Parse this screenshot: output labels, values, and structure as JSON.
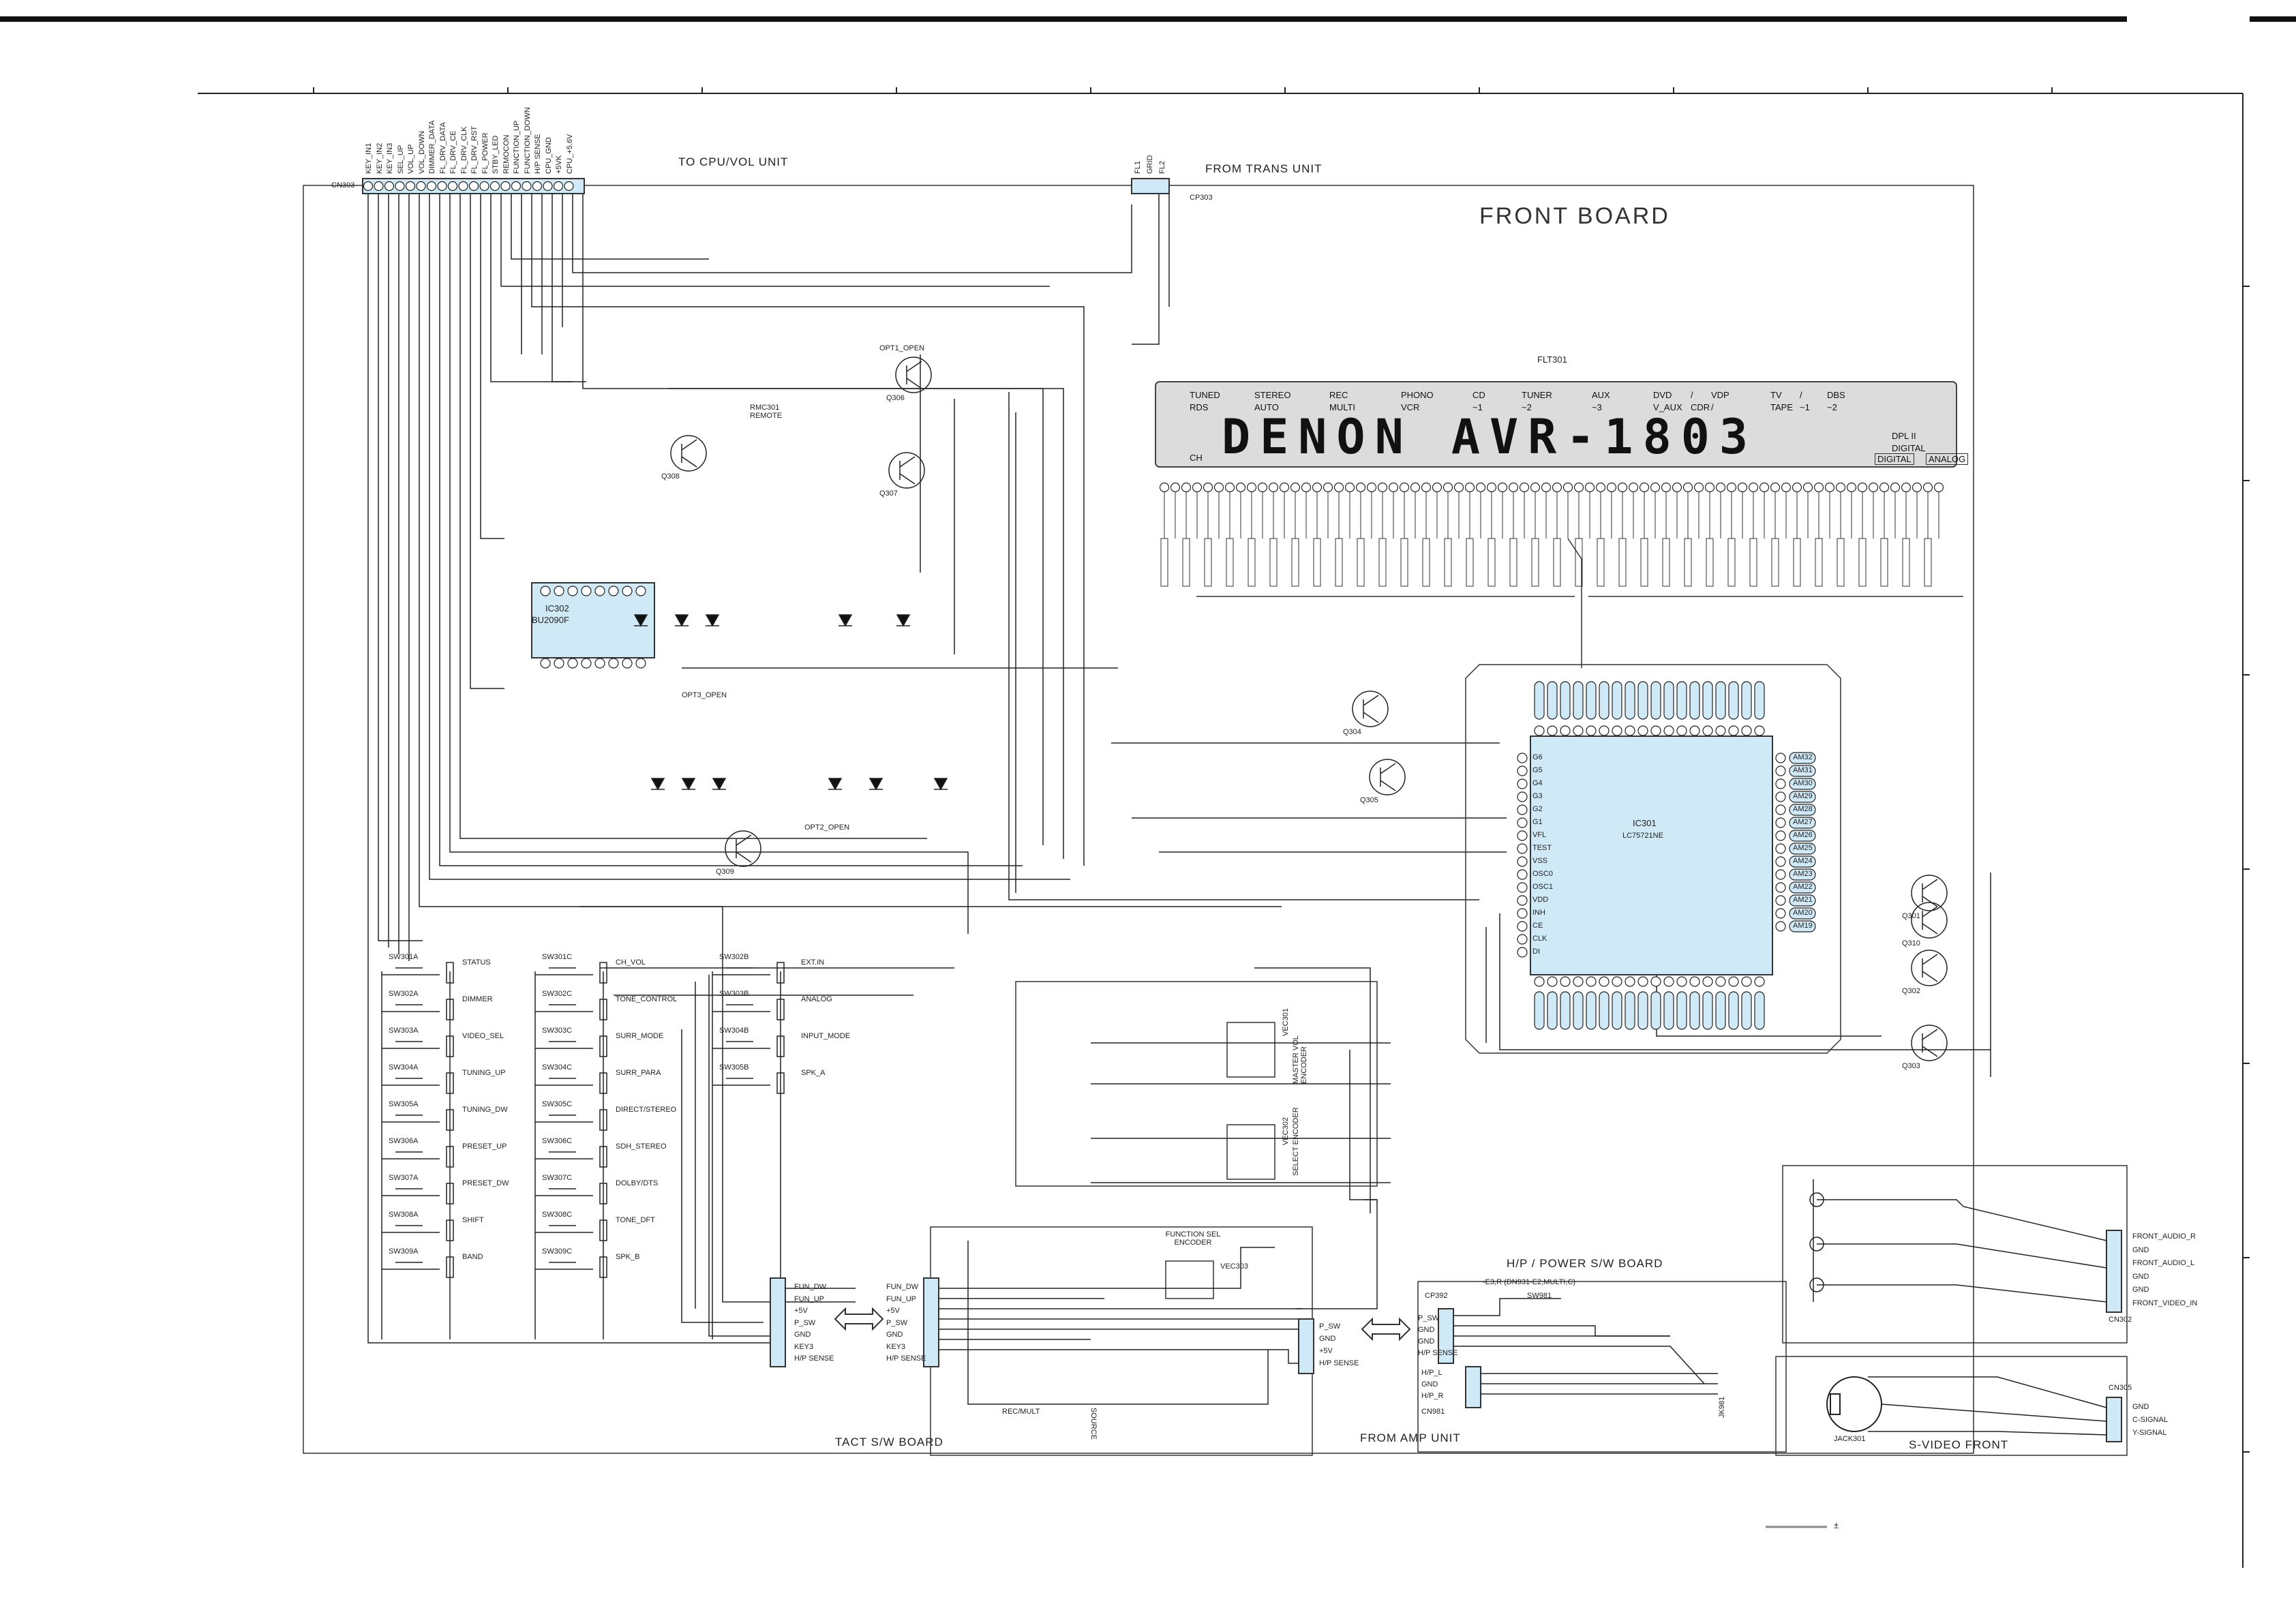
{
  "title": "FRONT BOARD",
  "header_labels": {
    "to_cpu": "TO CPU/VOL UNIT",
    "from_trans": "FROM TRANS UNIT",
    "cn303": "CN303",
    "cp303": "CP303",
    "flt301": "FLT301"
  },
  "connector_top_pins": [
    "KEY_IN1",
    "KEY_IN2",
    "KEY_IN3",
    "SEL_UP",
    "VOL_UP",
    "VOL_DOWN",
    "DIMMER_DATA",
    "FL_DRV_DATA",
    "FL_DRV_CE",
    "FL_DRV_CLK",
    "FL_DRV_RST",
    "FL_POWER",
    "STBY_LED",
    "REMOCON",
    "FUNCTION_UP",
    "FUNCTION_DOWN",
    "H/P SENSE",
    "CPU_GND",
    "+5VK",
    "CPU_+5.6V"
  ],
  "trans_pins": [
    "FL1",
    "GRID",
    "FL2"
  ],
  "vfd": {
    "labels_top": [
      "TUNED",
      "STEREO",
      "REC",
      "PHONO",
      "CD",
      "TUNER",
      "AUX",
      "DVD",
      "/",
      "VDP",
      "TV",
      "/",
      "DBS"
    ],
    "labels_bottom": [
      "RDS",
      "AUTO",
      "MULTI",
      "VCR",
      "~1",
      "~2",
      "~3",
      "V_AUX",
      "CDR",
      "/",
      "TAPE",
      "~1",
      "~2"
    ],
    "segment_text": "DENON AVR-1803",
    "side_labels": [
      "DPL II",
      "DIGITAL",
      "DIGITAL",
      "ANALOG"
    ],
    "ch_label": "CH"
  },
  "ics": {
    "ic302": {
      "name": "IC302",
      "part": "BU2090F"
    },
    "ic301": {
      "name": "IC301",
      "part": "LC75721NE"
    }
  },
  "ic301_right_pins": [
    "AM32",
    "AM31",
    "AM30",
    "AM29",
    "AM28",
    "AM27",
    "AM26",
    "AM25",
    "AM24",
    "AM23",
    "AM22",
    "AM21",
    "AM20",
    "AM19"
  ],
  "ic301_left_pins": [
    "G6",
    "G5",
    "G4",
    "G3",
    "G2",
    "G1",
    "VFL",
    "TEST",
    "VSS",
    "OSC0",
    "OSC1",
    "VDD",
    "INH",
    "CE",
    "CLK",
    "DI"
  ],
  "transistors": [
    "Q301",
    "Q302",
    "Q303",
    "Q304",
    "Q305",
    "Q306",
    "Q307",
    "Q308",
    "Q309",
    "Q310"
  ],
  "opt_labels": [
    "OPT1_OPEN",
    "OPT2_OPEN",
    "OPT3_OPEN"
  ],
  "remote": {
    "ref": "RMC301",
    "label": "REMOTE"
  },
  "buttons_col1": [
    {
      "sw": "SW301A",
      "label": "STATUS"
    },
    {
      "sw": "SW302A",
      "label": "DIMMER"
    },
    {
      "sw": "SW303A",
      "label": "VIDEO_SEL"
    },
    {
      "sw": "SW304A",
      "label": "TUNING_UP"
    },
    {
      "sw": "SW305A",
      "label": "TUNING_DW"
    },
    {
      "sw": "SW306A",
      "label": "PRESET_UP"
    },
    {
      "sw": "SW307A",
      "label": "PRESET_DW"
    },
    {
      "sw": "SW308A",
      "label": "SHIFT"
    },
    {
      "sw": "SW309A",
      "label": "BAND"
    }
  ],
  "buttons_col2": [
    {
      "sw": "SW301C",
      "label": "CH_VOL"
    },
    {
      "sw": "SW302C",
      "label": "TONE_CONTROL"
    },
    {
      "sw": "SW303C",
      "label": "SURR_MODE"
    },
    {
      "sw": "SW304C",
      "label": "SURR_PARA"
    },
    {
      "sw": "SW305C",
      "label": "DIRECT/STEREO"
    },
    {
      "sw": "SW306C",
      "label": "SDH_STEREO"
    },
    {
      "sw": "SW307C",
      "label": "DOLBY/DTS"
    },
    {
      "sw": "SW308C",
      "label": "TONE_DFT"
    },
    {
      "sw": "SW309C",
      "label": "SPK_B"
    }
  ],
  "buttons_col3": [
    {
      "sw": "SW302B",
      "label": "EXT.IN"
    },
    {
      "sw": "SW303B",
      "label": "ANALOG"
    },
    {
      "sw": "SW304B",
      "label": "INPUT_MODE"
    },
    {
      "sw": "SW305B",
      "label": "SPK_A"
    }
  ],
  "encoders": {
    "master": "MASTER VOL ENCODER",
    "select": "SELECT ENCODER",
    "function": "FUNCTION SEL ENCODER",
    "vec301": "VEC301",
    "vec302": "VEC302",
    "vec303": "VEC303"
  },
  "cp301_labels": [
    "FUN_DW",
    "FUN_UP",
    "+5V",
    "P_SW",
    "GND",
    "KEY3",
    "H/P SENSE"
  ],
  "cn301_labels": [
    "FUN_DW",
    "FUN_UP",
    "+5V",
    "P_SW",
    "GND",
    "KEY3",
    "H/P SENSE"
  ],
  "cn302_labels": [
    "P_SW",
    "GND",
    "+5V",
    "H/P SENSE"
  ],
  "tact_board": "TACT S/W BOARD",
  "tact_bottom": [
    "REC/MULT",
    "SOURCE"
  ],
  "hp_board": {
    "title": "H/P / POWER S/W BOARD",
    "cp392": "CP392",
    "cp392_labels": [
      "P_SW",
      "GND",
      "GND",
      "H/P SENSE"
    ],
    "cn981_labels": [
      "H/P_L",
      "GND",
      "H/P_R"
    ],
    "cn981": "CN981",
    "sw981": "SW981",
    "jack": "JK981",
    "note": "-E3,R (DN931-E2,MULTI,C)"
  },
  "from_amp": "FROM AMP UNIT",
  "front_av": {
    "labels": [
      "FRONT_AUDIO_R",
      "GND",
      "FRONT_AUDIO_L",
      "GND",
      "GND",
      "FRONT_VIDEO_IN"
    ],
    "connector": "CN302"
  },
  "svideo": {
    "title": "S-VIDEO FRONT",
    "jack": "JACK301",
    "labels": [
      "GND",
      "C-SIGNAL",
      "Y-SIGNAL"
    ],
    "connector": "CN305"
  },
  "colors": {
    "ic_fill": "#cfe9f7",
    "line": "#1a1a1a",
    "vfd_fill": "#dcdcdc"
  }
}
